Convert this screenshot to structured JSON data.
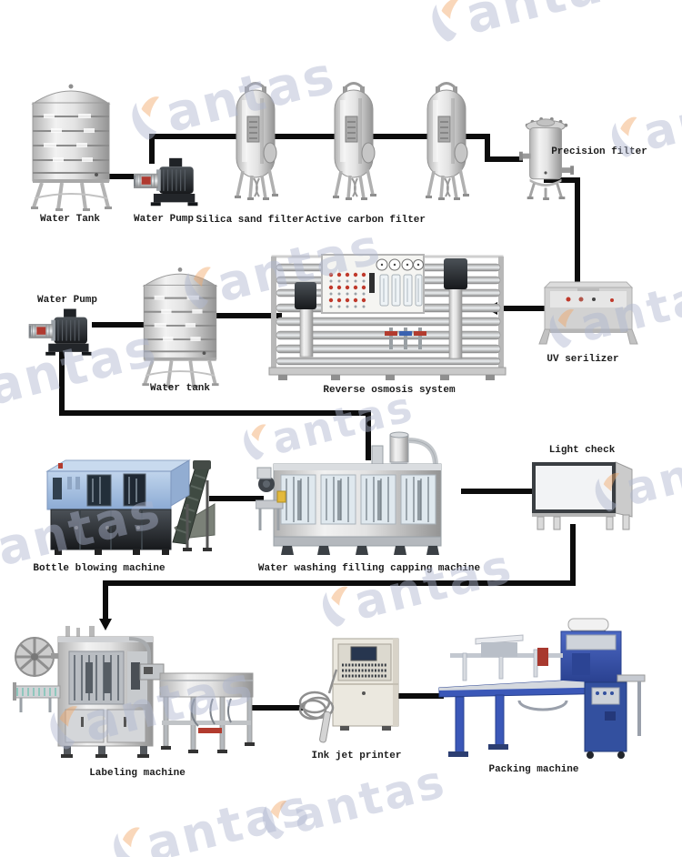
{
  "diagram": {
    "line_color": "#0c0c0c",
    "watermark": {
      "text": "antas",
      "orange": "#f2a868",
      "blue_gray": "#aeb6cf"
    },
    "machines": {
      "water_tank_1": {
        "label": "Water Tank"
      },
      "water_pump_1": {
        "label": "Water Pump"
      },
      "silica_sand_filter": {
        "label": "Silica sand filter"
      },
      "active_carbon_filter": {
        "label": "Active carbon filter"
      },
      "precision_filter": {
        "label": "Precision filter"
      },
      "water_pump_2": {
        "label": "Water Pump"
      },
      "water_tank_2": {
        "label": "Water tank"
      },
      "reverse_osmosis": {
        "label": "Reverse osmosis system"
      },
      "uv_sterilizer": {
        "label": "UV serilizer"
      },
      "bottle_blowing": {
        "label": "Bottle blowing machine"
      },
      "filling": {
        "label": "Water washing filling capping machine"
      },
      "light_check": {
        "label": "Light check"
      },
      "labeling": {
        "label": "Labeling machine"
      },
      "inkjet": {
        "label": "Ink jet printer"
      },
      "packing": {
        "label": "Packing machine"
      }
    },
    "edges": [
      [
        "water_tank_1",
        "water_pump_1"
      ],
      [
        "water_pump_1",
        "silica_sand_filter"
      ],
      [
        "silica_sand_filter",
        "active_carbon_filter"
      ],
      [
        "active_carbon_filter",
        "precision_filter"
      ],
      [
        "precision_filter",
        "uv_sterilizer"
      ],
      [
        "uv_sterilizer",
        "reverse_osmosis"
      ],
      [
        "water_pump_2",
        "water_tank_2"
      ],
      [
        "water_tank_2",
        "reverse_osmosis"
      ],
      [
        "water_pump_2",
        "filling"
      ],
      [
        "bottle_blowing",
        "filling"
      ],
      [
        "filling",
        "light_check"
      ],
      [
        "light_check",
        "labeling"
      ],
      [
        "labeling",
        "inkjet"
      ],
      [
        "inkjet",
        "packing"
      ]
    ]
  }
}
